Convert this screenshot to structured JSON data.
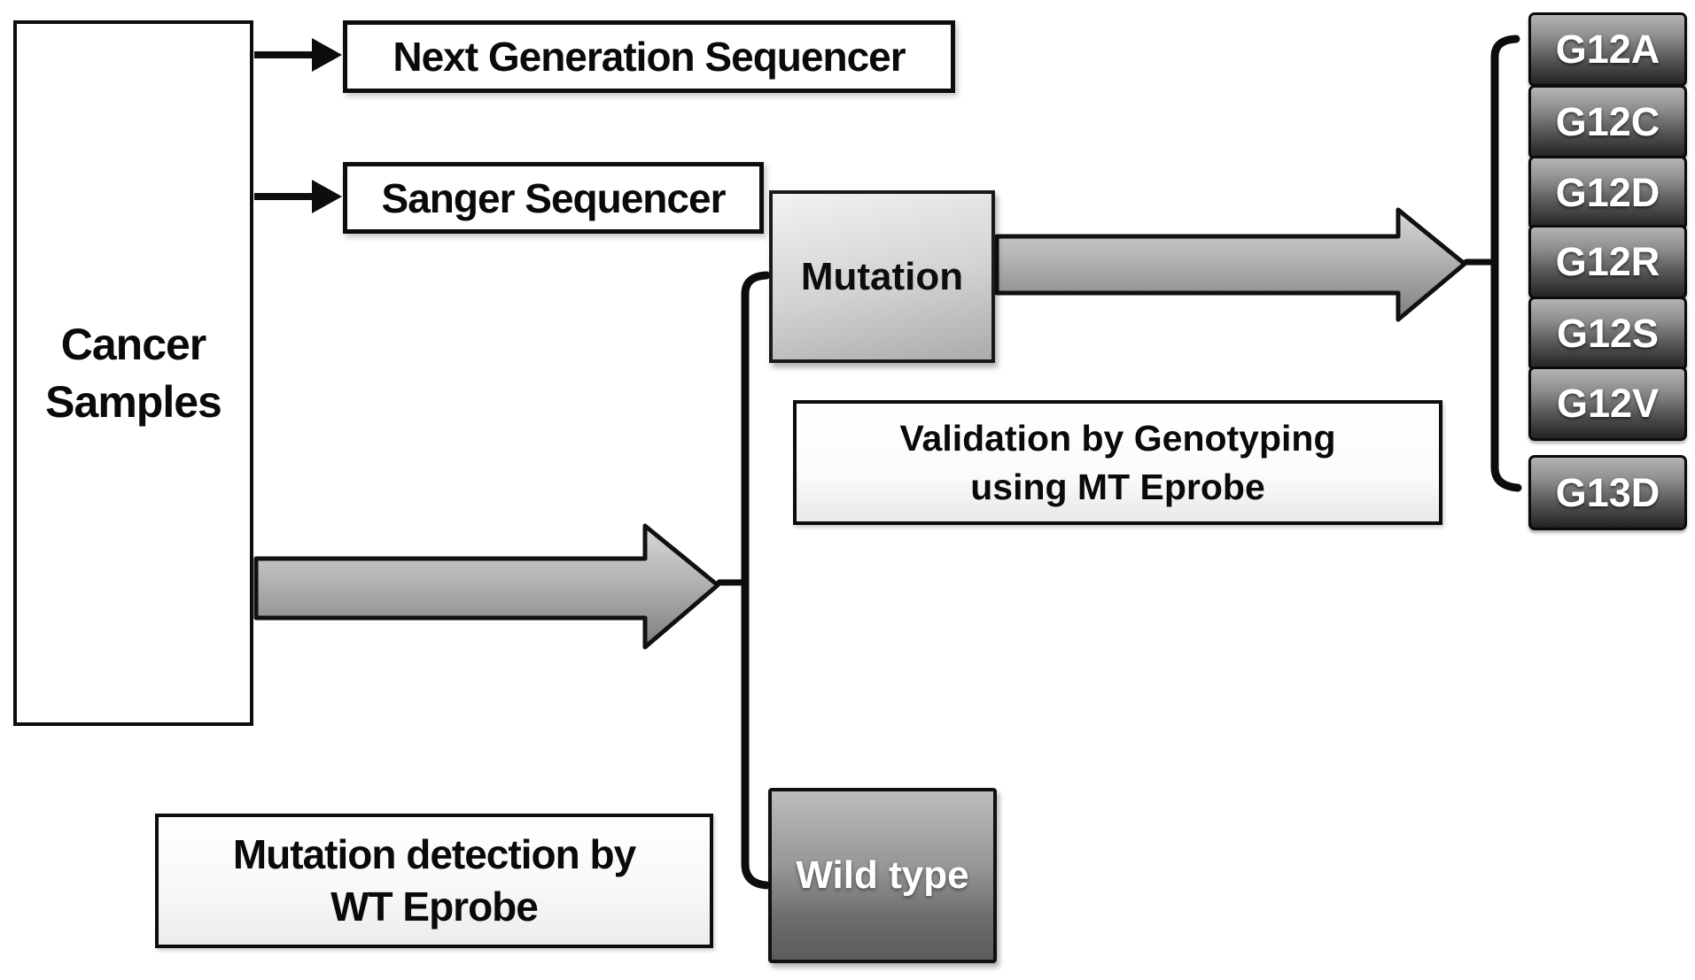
{
  "diagram": {
    "source_node": {
      "label_lines": [
        "Cancer",
        "Samples"
      ]
    },
    "sequencers": {
      "ngs_label": "Next Generation Sequencer",
      "sanger_label": "Sanger Sequencer"
    },
    "eprobe_results": {
      "mutation_label": "Mutation",
      "wild_type_label": "Wild type"
    },
    "notes": {
      "validation_line1": "Validation by Genotyping",
      "validation_line2": "using MT Eprobe",
      "detection_line1": "Mutation detection by",
      "detection_line2": "WT Eprobe"
    },
    "mutation_variants": [
      "G12A",
      "G12C",
      "G12D",
      "G12R",
      "G12S",
      "G12V",
      "G13D"
    ],
    "colors": {
      "background": "#ffffff",
      "line_and_border": "#0d0d0d",
      "variant_gradient_top": "#b4b4b4",
      "variant_gradient_bottom": "#232323",
      "variant_text": "#ffffff",
      "wild_type_gradient_top": "#bcbcbc",
      "wild_type_gradient_bottom": "#5c5c5c",
      "mutation_gradient_top": "#f2f2f2",
      "mutation_gradient_bottom": "#ababab",
      "block_arrow_fill_top": "#d8d8d8",
      "block_arrow_fill_bottom": "#7e7e7e"
    }
  }
}
